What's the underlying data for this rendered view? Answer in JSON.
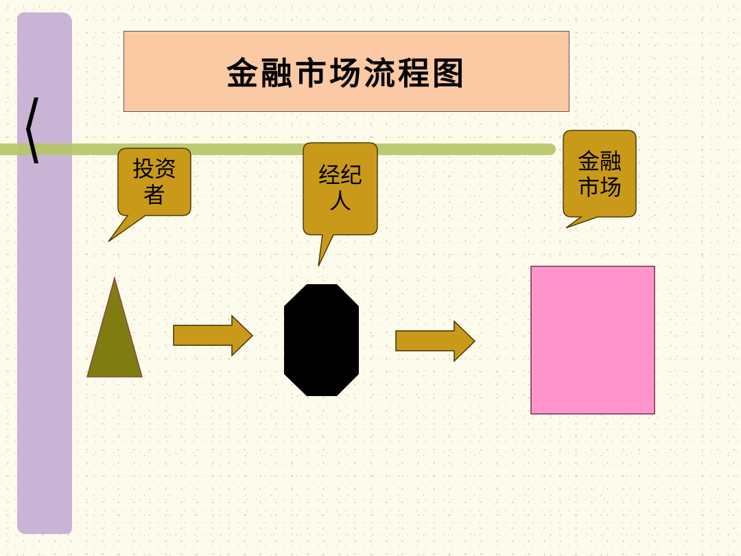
{
  "title": "金融市场流程图",
  "callouts": {
    "investor": {
      "line1": "投资",
      "line2": "者"
    },
    "broker": {
      "line1": "经纪",
      "line2": "人"
    },
    "market": {
      "line1": "金融",
      "line2": "市场"
    }
  },
  "colors": {
    "background": "#fdfbec",
    "title_fill": "#fbc9a3",
    "callout_fill": "#c99a1a",
    "triangle_fill": "#7f7d11",
    "octagon_fill": "#000000",
    "rectangle_fill": "#ff95cc",
    "arrow_fill": "#c99a1a"
  }
}
